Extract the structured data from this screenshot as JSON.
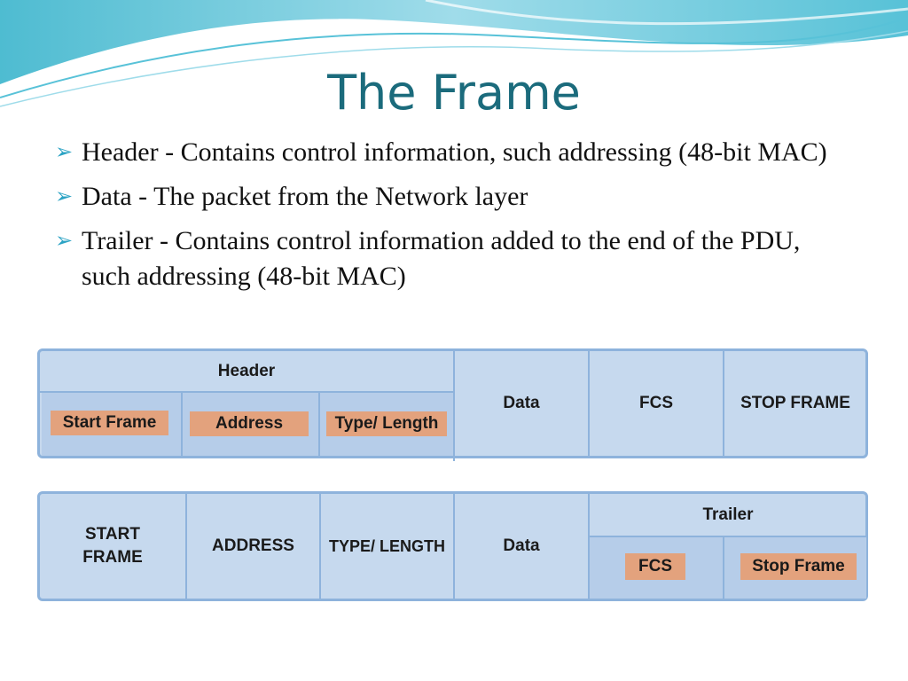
{
  "slide": {
    "title": "The Frame",
    "bullets": [
      "Header - Contains control information, such addressing (48-bit MAC)",
      "Data - The packet from the Network layer",
      "Trailer - Contains control information added to the end of the PDU, such addressing (48-bit MAC)"
    ]
  },
  "diagram_top": {
    "header": "Header",
    "subfields": [
      "Start Frame",
      "Address",
      "Type/ Length"
    ],
    "data": "Data",
    "fcs": "FCS",
    "stop": "STOP FRAME"
  },
  "diagram_bottom": {
    "start": [
      "START",
      "FRAME"
    ],
    "address": "ADDRESS",
    "type": "TYPE/ LENGTH",
    "data": "Data",
    "trailer": "Trailer",
    "subfields": [
      "FCS",
      "Stop Frame"
    ]
  },
  "colors": {
    "title": "#1b6b7c",
    "bullet_arrow": "#2ba3c4",
    "table_fill": "#c6d9ee",
    "table_border": "#8eb3dc",
    "field_tag": "#e3a27d"
  }
}
